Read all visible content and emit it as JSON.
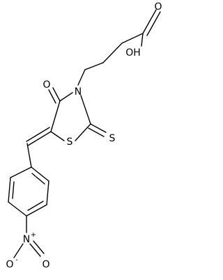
{
  "molecule": {
    "atoms": {
      "O_acid_carbonyl": "O",
      "OH_acid": "OH",
      "O_ring_carbonyl": "O",
      "N_ring": "N",
      "S_ring": "S",
      "S_thione": "S",
      "N_nitro": "N",
      "N_nitro_charge": "+",
      "O_nitro_left": "O",
      "O_nitro_left_charge": "-",
      "O_nitro_right": "O"
    }
  }
}
